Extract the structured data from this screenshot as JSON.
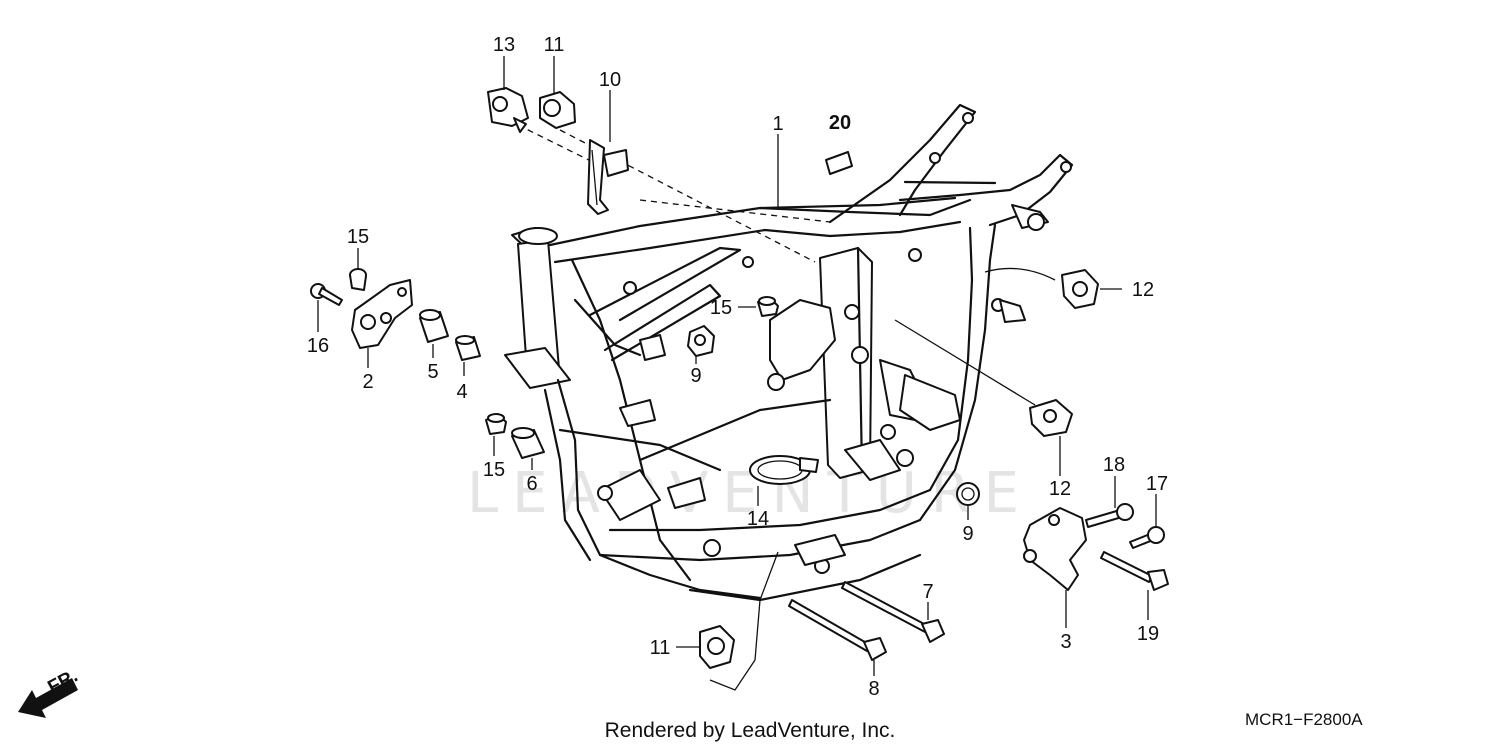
{
  "diagram": {
    "callouts": [
      {
        "id": "c13",
        "text": "13"
      },
      {
        "id": "c11a",
        "text": "11"
      },
      {
        "id": "c10",
        "text": "10"
      },
      {
        "id": "c1",
        "text": "1"
      },
      {
        "id": "c20",
        "text": "20"
      },
      {
        "id": "c15a",
        "text": "15"
      },
      {
        "id": "c16",
        "text": "16"
      },
      {
        "id": "c2",
        "text": "2"
      },
      {
        "id": "c5",
        "text": "5"
      },
      {
        "id": "c4",
        "text": "4"
      },
      {
        "id": "c15b",
        "text": "15"
      },
      {
        "id": "c9a",
        "text": "9"
      },
      {
        "id": "c12a",
        "text": "12"
      },
      {
        "id": "c15c",
        "text": "15"
      },
      {
        "id": "c6",
        "text": "6"
      },
      {
        "id": "c14",
        "text": "14"
      },
      {
        "id": "c12b",
        "text": "12"
      },
      {
        "id": "c9b",
        "text": "9"
      },
      {
        "id": "c18",
        "text": "18"
      },
      {
        "id": "c17",
        "text": "17"
      },
      {
        "id": "c7",
        "text": "7"
      },
      {
        "id": "c3",
        "text": "3"
      },
      {
        "id": "c19",
        "text": "19"
      },
      {
        "id": "c11b",
        "text": "11"
      },
      {
        "id": "c8",
        "text": "8"
      }
    ],
    "watermark": "LEADVENTURE",
    "front_arrow_label": "FR.",
    "footer_text": "Rendered by LeadVenture, Inc.",
    "diagram_code": "MCR1−F2800A"
  }
}
